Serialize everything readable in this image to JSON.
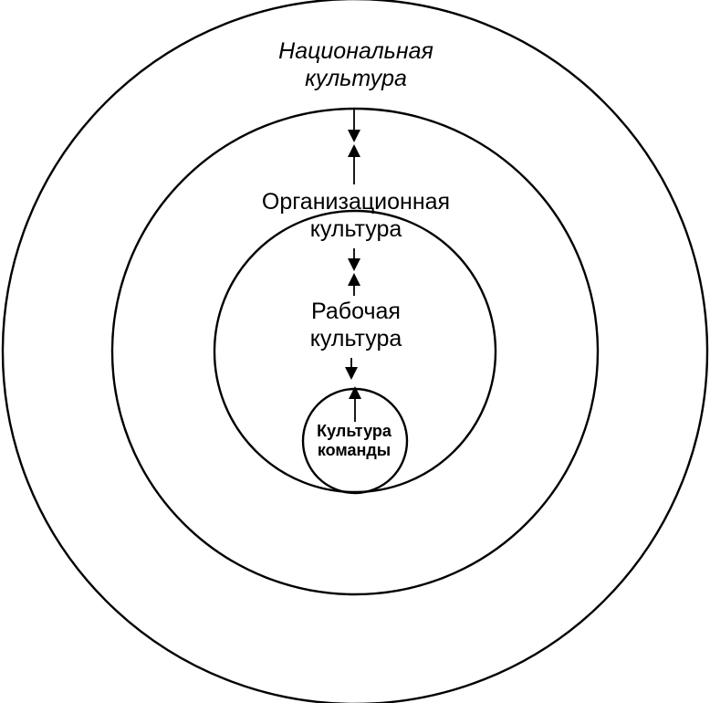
{
  "diagram": {
    "levels": [
      {
        "id": "national",
        "line1": "Национальная",
        "line2": "культура"
      },
      {
        "id": "organizational",
        "line1": "Организационная",
        "line2": "культура"
      },
      {
        "id": "working",
        "line1": "Рабочая",
        "line2": "культура"
      },
      {
        "id": "team",
        "line1": "Культура",
        "line2": "команды"
      }
    ],
    "colors": {
      "stroke": "#000000",
      "background": "#ffffff"
    }
  }
}
